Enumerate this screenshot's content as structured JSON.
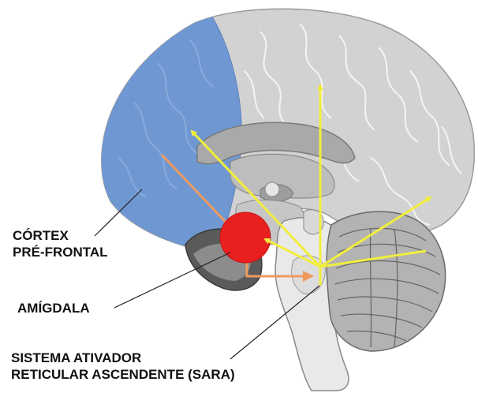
{
  "labels": {
    "cortex_line1": "CÓRTEX",
    "cortex_line2": "PRÉ-FRONTAL",
    "amygdala": "AMÍGDALA",
    "sara_line1": "SISTEMA ATIVADOR",
    "sara_line2": "RETICULAR ASCENDENTE (SARA)"
  },
  "colors": {
    "prefrontal": "#6f98d2",
    "amygdala": "#e8201f",
    "arrows_yellow": "#f2ee3c",
    "arrows_orange": "#ee9a5f",
    "brain_gray": "#d2d2d2"
  }
}
